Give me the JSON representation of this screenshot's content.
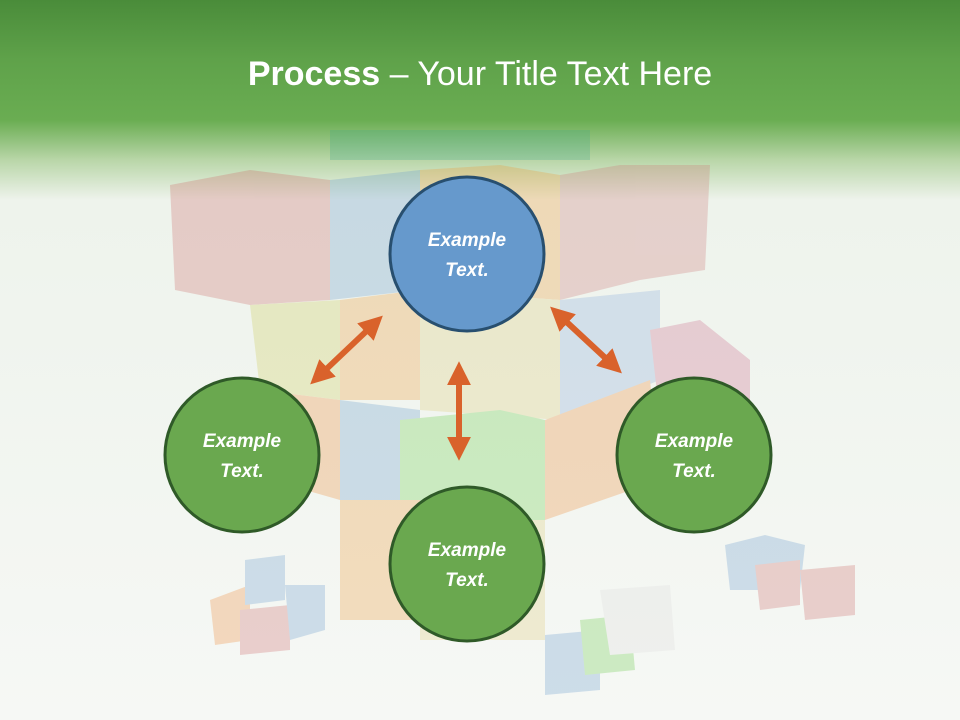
{
  "slide": {
    "title_bold": "Process",
    "title_rest": " – Your Title Text Here"
  },
  "nodes": {
    "top": {
      "line1": "Example",
      "line2": "Text."
    },
    "left": {
      "line1": "Example",
      "line2": "Text."
    },
    "right": {
      "line1": "Example",
      "line2": "Text."
    },
    "bottom": {
      "line1": "Example",
      "line2": "Text."
    }
  },
  "colors": {
    "header_green": "#5fa24a",
    "node_blue": "#6699cc",
    "node_green": "#6aa84f",
    "node_border": "#2f5a28",
    "arrow_orange": "#d9622b"
  },
  "background": {
    "image": "translucent stack of colored cubes"
  }
}
